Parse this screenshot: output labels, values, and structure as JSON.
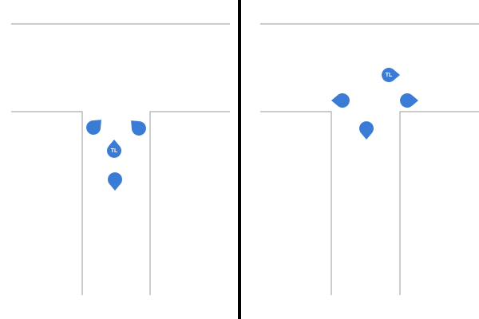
{
  "colors": {
    "marker": "#3a7bd5",
    "road": "#9a9a9a",
    "divider": "#000000",
    "marker_text": "#ffffff"
  },
  "panels": [
    {
      "id": "left",
      "markers": [
        {
          "name": "marker-upper-left",
          "label": "",
          "pointing": "up-right"
        },
        {
          "name": "marker-upper-right",
          "label": "",
          "pointing": "up-left"
        },
        {
          "name": "marker-team-leader",
          "label": "TL",
          "pointing": "up"
        },
        {
          "name": "marker-lower",
          "label": "",
          "pointing": "down"
        }
      ]
    },
    {
      "id": "right",
      "markers": [
        {
          "name": "marker-team-leader",
          "label": "TL",
          "pointing": "right"
        },
        {
          "name": "marker-left-flank",
          "label": "",
          "pointing": "left"
        },
        {
          "name": "marker-right-flank",
          "label": "",
          "pointing": "right"
        },
        {
          "name": "marker-center",
          "label": "",
          "pointing": "down"
        }
      ]
    }
  ]
}
